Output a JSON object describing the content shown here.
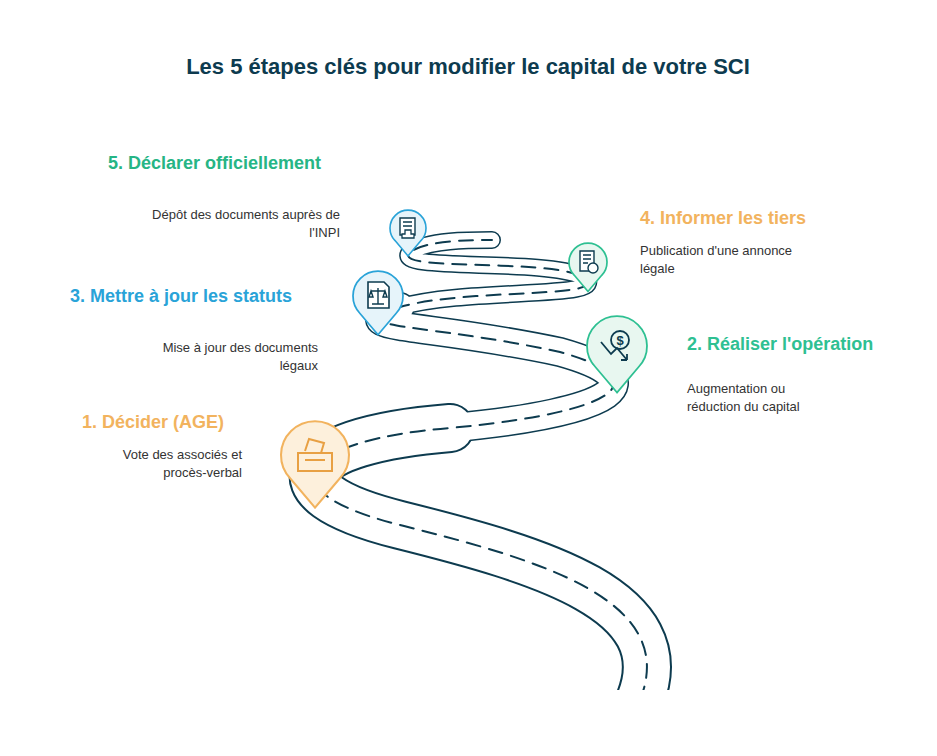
{
  "diagram": {
    "title": "Les 5 étapes clés pour modifier le capital de votre SCI",
    "nodes": [
      {
        "text": [
          "1. Décider (AGE)",
          "Vote des associés et procès-verbal"
        ]
      },
      {
        "text": [
          "2. Réaliser l'opération",
          "Augmentation ou réduction du capital"
        ]
      },
      {
        "text": [
          "3. Mettre à jour les statuts",
          "Mise à jour des documents légaux"
        ]
      },
      {
        "text": [
          "4. Informer les tiers",
          "Publication d'une annonce légale"
        ]
      },
      {
        "text": [
          "5. Déclarer officiellement",
          "Dépôt des documents auprès de l'INPI"
        ]
      }
    ]
  }
}
